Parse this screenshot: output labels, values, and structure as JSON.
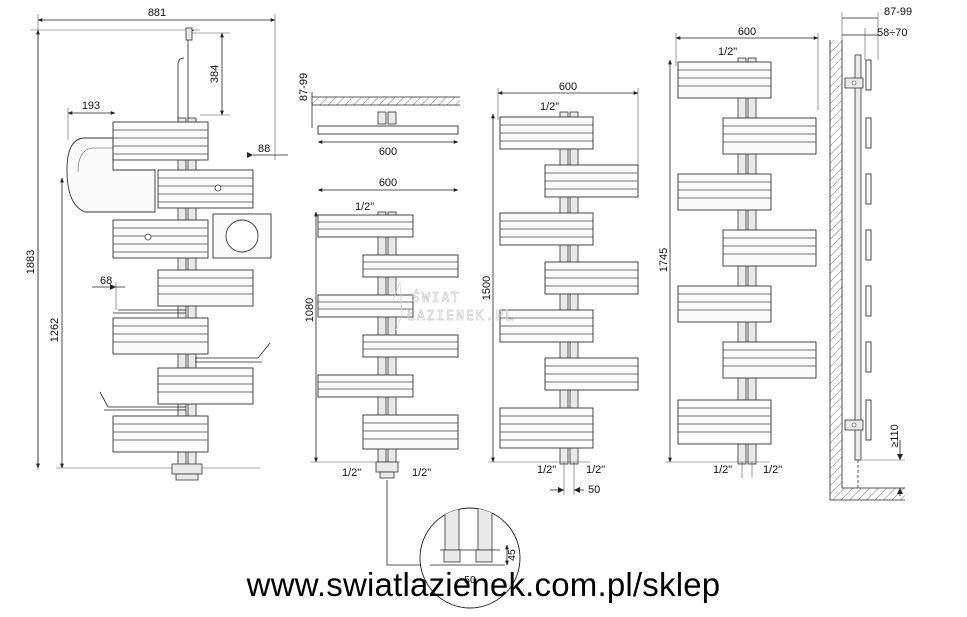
{
  "dims": {
    "overall_width": "881",
    "hanger_height": "384",
    "side_width": "193",
    "depth": "88",
    "total_height": "1883",
    "lower_height": "1262",
    "shelf_width": "68",
    "wall_gap": "87-99",
    "top_width": "600",
    "h1080": "1080",
    "h1500": "1500",
    "h1745": "1745",
    "thread": "1/2\"",
    "spacing": "50",
    "detail_height": "45",
    "detail_width": "50",
    "wall_side_gap": "87-99",
    "wall_side_depth": "58÷70",
    "floor_min": "≥110"
  },
  "watermark": {
    "line1": "ŚWIAT",
    "line2": "ŁAZIENEK.PL"
  },
  "footer": {
    "url": "www.swiatlazienek.com.pl/sklep"
  }
}
